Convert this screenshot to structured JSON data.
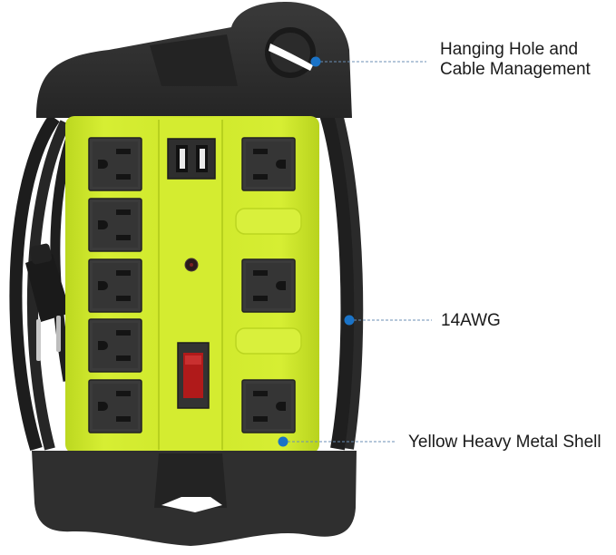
{
  "product": {
    "name": "power-strip-with-cable-management",
    "colors": {
      "shell": "#cde72a",
      "shell_highlight": "#dff34a",
      "shell_shadow": "#a9c21a",
      "frame": "#2e2e2e",
      "frame_dark": "#1f1f1f",
      "outlet": "#3a3a3a",
      "switch": "#b01a1a",
      "callout_dot": "#1a73c7",
      "callout_line": "#6b8fb5"
    },
    "outlets_left_column": 5,
    "outlets_right_column": 3,
    "usb_ports": 2
  },
  "callouts": [
    {
      "id": "hanging-hole",
      "lines": [
        "Hanging Hole and",
        "Cable Management"
      ]
    },
    {
      "id": "gauge",
      "lines": [
        "14AWG"
      ]
    },
    {
      "id": "shell",
      "lines": [
        "Yellow Heavy Metal Shell"
      ]
    }
  ]
}
